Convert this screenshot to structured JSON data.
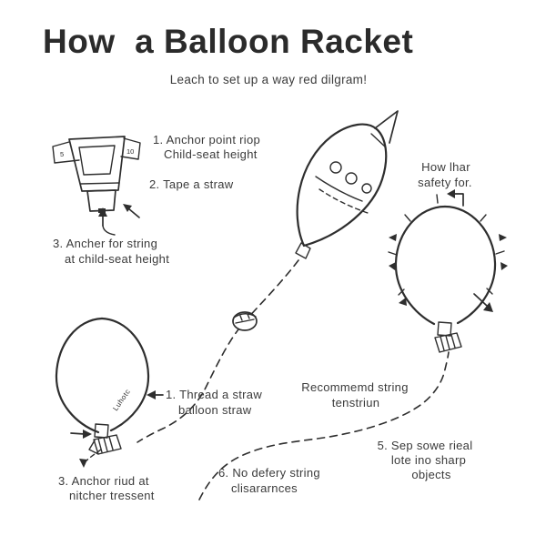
{
  "colors": {
    "ink": "#2e2e2e",
    "background": "#ffffff"
  },
  "header": {
    "title": "How  a Balloon Racket",
    "subtitle": "Leach to set up a way red dilgram!"
  },
  "seat": {
    "tab_left": "5",
    "tab_right": "10",
    "caption_l1": "3. Ancher for string",
    "caption_l2": "at child-seat height"
  },
  "labels": {
    "step1": {
      "l1": "1. Anchor point riop",
      "l2": "Child-seat height"
    },
    "step2": {
      "l1": "2. Tape a straw"
    },
    "thread": {
      "l1": "1. Thread a straw",
      "l2": "balloon straw"
    },
    "anchor3": {
      "l1": "3. Anchor riud at",
      "l2": "nitcher tressent"
    },
    "tension": {
      "l1": "Recommemd string",
      "l2": "tenstriun"
    },
    "safety": {
      "l1": "How lhar",
      "l2": "safety for."
    },
    "step5": {
      "l1": "5. Sep sowe rieal",
      "l2": "lote ino sharp",
      "l3": "objects"
    },
    "step6": {
      "l1": "6. No defery string",
      "l2": "clisararnces"
    }
  },
  "balloon_left": {
    "inner_label": "Luhotc"
  }
}
